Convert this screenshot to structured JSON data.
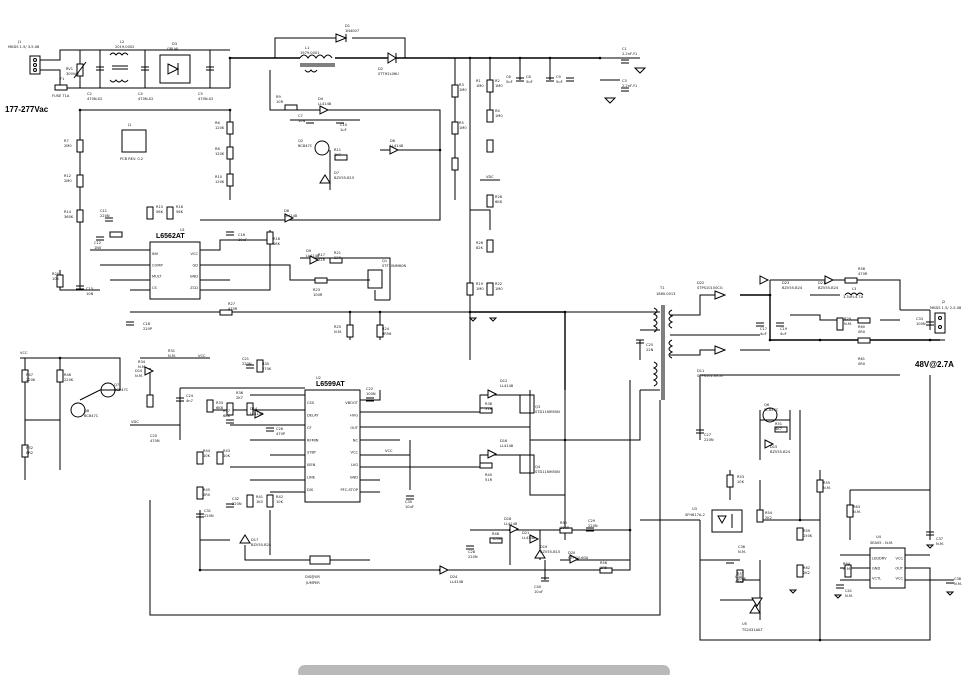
{
  "input": {
    "connector": "J1",
    "connector_part": "MKDS 1.5/ 3-5.08",
    "voltage_label": "177-277Vac",
    "fuse": "F1",
    "fuse_value": "FUSE T1A"
  },
  "output": {
    "connector": "J2",
    "connector_part": "MKDS 1.5/ 2-5.08",
    "rating_label": "48V@2.7A"
  },
  "chips": [
    {
      "ref": "U1",
      "name": "L6562AT",
      "pins_left": [
        "INV",
        "COMP",
        "MULT",
        "CS"
      ],
      "pins_right": [
        "VCC",
        "GD",
        "GND",
        "ZCD"
      ]
    },
    {
      "ref": "U2",
      "name": "L6599AT",
      "pins_left": [
        "CSS",
        "DELAY",
        "CF",
        "RFMIN",
        "STBY",
        "ISEN",
        "LINE",
        "DIS"
      ],
      "pins_right": [
        "VBOOT",
        "HVG",
        "OUT",
        "NC",
        "VCC",
        "LVG",
        "GND",
        "PFC-STOP"
      ]
    },
    {
      "ref": "U4",
      "name": "SEA05 - N.M.",
      "pins_left": [
        "LEDDRV",
        "GND",
        "VCTL"
      ],
      "pins_right": [
        "VCC",
        "OUT",
        "VCC"
      ]
    }
  ],
  "labels": {
    "pcb": "PCB REV. 0.2",
    "pcb_ref": "J1",
    "jumper": "JUMPER",
    "jumper_ref": "DIS@UR",
    "bridge": "D3",
    "bridge_part": "GBU4J",
    "inductor_l1": "L1",
    "inductor_l1_part": "1979.0001",
    "inductor_l2": "L2",
    "inductor_l2_part": "2019.0002",
    "inductor_l3": "L3",
    "inductor_l3_part": "3.3uH-4.7A",
    "transformer": "T1",
    "transformer_part": "1860.0013",
    "opto": "U3",
    "opto_part": "SFH617A-2",
    "shunt": "U5",
    "shunt_part": "TS2431AILT",
    "vcc": "VCC",
    "vdc": "VDC"
  },
  "components": [
    {
      "ref": "D1",
      "val": "1N4007"
    },
    {
      "ref": "D2",
      "val": "STTH2L06U"
    },
    {
      "ref": "C1",
      "val": "2.2nF-Y1"
    },
    {
      "ref": "C3",
      "val": "2.2nF-Y1"
    },
    {
      "ref": "RV1",
      "val": "300Vac"
    },
    {
      "ref": "C2",
      "val": "470N-X2"
    },
    {
      "ref": "C4",
      "val": "470N-X2"
    },
    {
      "ref": "C5",
      "val": "470N-X2"
    },
    {
      "ref": "R1",
      "val": "1M0"
    },
    {
      "ref": "R2",
      "val": "1M0"
    },
    {
      "ref": "R3",
      "val": "1M0"
    },
    {
      "ref": "R4",
      "val": "1M0"
    },
    {
      "ref": "R5",
      "val": "1M0"
    },
    {
      "ref": "C6",
      "val": "5uF"
    },
    {
      "ref": "C8",
      "val": "5uF"
    },
    {
      "ref": "C9",
      "val": "5uF"
    },
    {
      "ref": "R6",
      "val": "120K"
    },
    {
      "ref": "R8",
      "val": "120K"
    },
    {
      "ref": "R10",
      "val": "120K"
    },
    {
      "ref": "R9",
      "val": "10R"
    },
    {
      "ref": "D4",
      "val": "LL4148"
    },
    {
      "ref": "C7",
      "val": "10N"
    },
    {
      "ref": "C10",
      "val": "1uF"
    },
    {
      "ref": "Q2",
      "val": "BC847C"
    },
    {
      "ref": "R11",
      "val": "2K7"
    },
    {
      "ref": "D7",
      "val": "BZV55-B15"
    },
    {
      "ref": "D6",
      "val": "LL4148"
    },
    {
      "ref": "R7",
      "val": "2M0"
    },
    {
      "ref": "R12",
      "val": "2M0"
    },
    {
      "ref": "R14",
      "val": "360K"
    },
    {
      "ref": "C11",
      "val": "220N"
    },
    {
      "ref": "C12",
      "val": "1N0"
    },
    {
      "ref": "R15",
      "val": "56K"
    },
    {
      "ref": "R16",
      "val": "56K"
    },
    {
      "ref": "R18",
      "val": "68K"
    },
    {
      "ref": "C15",
      "val": "10N"
    },
    {
      "ref": "R20",
      "val": "10K"
    },
    {
      "ref": "C16",
      "val": "10uF"
    },
    {
      "ref": "D8",
      "val": "LL4148"
    },
    {
      "ref": "R17",
      "val": "22R"
    },
    {
      "ref": "D9",
      "val": "LL4148"
    },
    {
      "ref": "R21",
      "val": "22R"
    },
    {
      "ref": "Q1",
      "val": "STF10NM60N"
    },
    {
      "ref": "R23",
      "val": "100R"
    },
    {
      "ref": "R27",
      "val": "470R"
    },
    {
      "ref": "C18",
      "val": "220P"
    },
    {
      "ref": "R24",
      "val": "0R56"
    },
    {
      "ref": "R25",
      "val": "N.M."
    },
    {
      "ref": "R19",
      "val": "1M0"
    },
    {
      "ref": "R22",
      "val": "1M0"
    },
    {
      "ref": "R26",
      "val": "82K"
    },
    {
      "ref": "R28",
      "val": "6K8"
    },
    {
      "ref": "R31",
      "val": "N.M."
    },
    {
      "ref": "R34",
      "val": "N.M."
    },
    {
      "ref": "D10",
      "val": "N.M."
    },
    {
      "ref": "C21",
      "val": "220N"
    },
    {
      "ref": "R30",
      "val": "270K"
    },
    {
      "ref": "R47",
      "val": "220K"
    },
    {
      "ref": "R46",
      "val": "220K"
    },
    {
      "ref": "Q7",
      "val": "BC847C"
    },
    {
      "ref": "Q8",
      "val": "BC847C"
    },
    {
      "ref": "R52",
      "val": "8R2"
    },
    {
      "ref": "C24",
      "val": "4n7"
    },
    {
      "ref": "R33",
      "val": "6K8"
    },
    {
      "ref": "C20",
      "val": "470N"
    },
    {
      "ref": "R36",
      "val": "2K7"
    },
    {
      "ref": "R37",
      "val": "6K8"
    },
    {
      "ref": "D14",
      "val": "LL4148"
    },
    {
      "ref": "C26",
      "val": "470P"
    },
    {
      "ref": "R44",
      "val": "10K"
    },
    {
      "ref": "R43",
      "val": "10K"
    },
    {
      "ref": "R45",
      "val": "0R0"
    },
    {
      "ref": "C31",
      "val": "220N"
    },
    {
      "ref": "C32",
      "val": "220N"
    },
    {
      "ref": "D17",
      "val": "BZV55-B24"
    },
    {
      "ref": "R41",
      "val": "1K0"
    },
    {
      "ref": "R42",
      "val": "10K"
    },
    {
      "ref": "C22",
      "val": "100N"
    },
    {
      "ref": "C30",
      "val": "10uF"
    },
    {
      "ref": "D12",
      "val": "LL4148"
    },
    {
      "ref": "R38",
      "val": "51R"
    },
    {
      "ref": "Q3",
      "val": "STD11NM50N"
    },
    {
      "ref": "D16",
      "val": "LL4148"
    },
    {
      "ref": "R40",
      "val": "51R"
    },
    {
      "ref": "Q4",
      "val": "STD11NM50N"
    },
    {
      "ref": "C28",
      "val": "220N"
    },
    {
      "ref": "R48",
      "val": "100R"
    },
    {
      "ref": "D18",
      "val": "LL4148"
    },
    {
      "ref": "D21",
      "val": "LL4148"
    },
    {
      "ref": "R50",
      "val": "100R"
    },
    {
      "ref": "C29",
      "val": "220N"
    },
    {
      "ref": "D19",
      "val": "BZV55-B15"
    },
    {
      "ref": "D20",
      "val": "STPS1L60A"
    },
    {
      "ref": "R56",
      "val": "1R5"
    },
    {
      "ref": "C40",
      "val": "10uF"
    },
    {
      "ref": "D24",
      "val": "LL4148"
    },
    {
      "ref": "C25",
      "val": "22N"
    },
    {
      "ref": "D22",
      "val": "STPS10150CG"
    },
    {
      "ref": "D11",
      "val": "STPS10150CG"
    },
    {
      "ref": "C17",
      "val": "4uF"
    },
    {
      "ref": "C19",
      "val": "4uF"
    },
    {
      "ref": "D23",
      "val": "BZV55-B24"
    },
    {
      "ref": "D21b",
      "val": "BZV55-B24"
    },
    {
      "ref": "R58",
      "val": "470R"
    },
    {
      "ref": "R29",
      "val": "N.M."
    },
    {
      "ref": "C33",
      "val": "100N"
    },
    {
      "ref": "R60",
      "val": "0R0"
    },
    {
      "ref": "R61",
      "val": "0R0"
    },
    {
      "ref": "C27",
      "val": "220N"
    },
    {
      "ref": "Q6",
      "val": "BC847C"
    },
    {
      "ref": "R51",
      "val": "4K7"
    },
    {
      "ref": "D15",
      "val": "BZV55-B24"
    },
    {
      "ref": "R53",
      "val": "10K"
    },
    {
      "ref": "R54",
      "val": "2K2"
    },
    {
      "ref": "C36",
      "val": "N.M."
    },
    {
      "ref": "R59",
      "val": "150K"
    },
    {
      "ref": "R62",
      "val": "2K2"
    },
    {
      "ref": "C34",
      "val": "47nF"
    },
    {
      "ref": "R57",
      "val": "100K"
    },
    {
      "ref": "R55",
      "val": "N.M."
    },
    {
      "ref": "R63",
      "val": "N.M."
    },
    {
      "ref": "R64",
      "val": "N.M."
    },
    {
      "ref": "C41",
      "val": "N.M."
    },
    {
      "ref": "C37",
      "val": "N.M."
    },
    {
      "ref": "C38",
      "val": "N.M."
    }
  ]
}
